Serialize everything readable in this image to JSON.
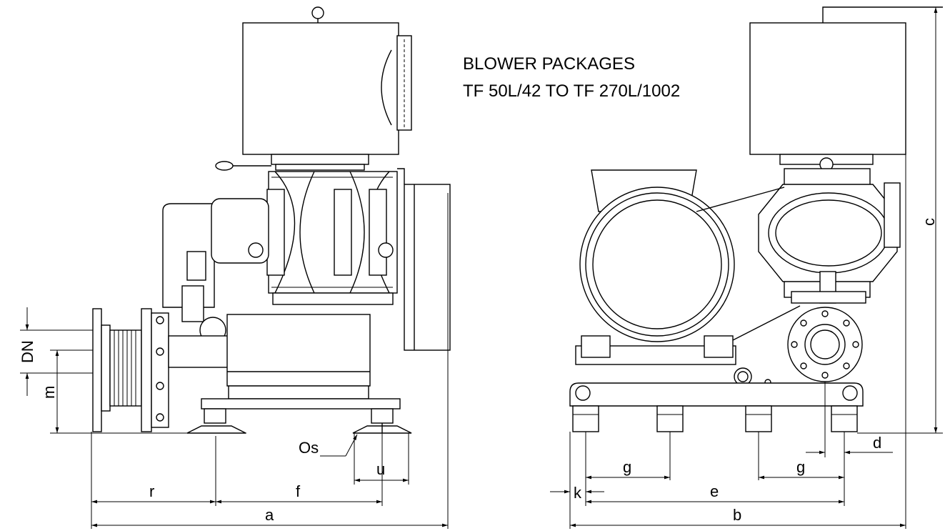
{
  "title": {
    "line1": "BLOWER PACKAGES",
    "line2": "TF 50L/42 TO TF 270L/1002"
  },
  "dimensions": {
    "DN": "DN",
    "m": "m",
    "Os": "Os",
    "u": "u",
    "r": "r",
    "f": "f",
    "a": "a",
    "c": "c",
    "d": "d",
    "g1": "g",
    "g2": "g",
    "k": "k",
    "e": "e",
    "b": "b"
  }
}
